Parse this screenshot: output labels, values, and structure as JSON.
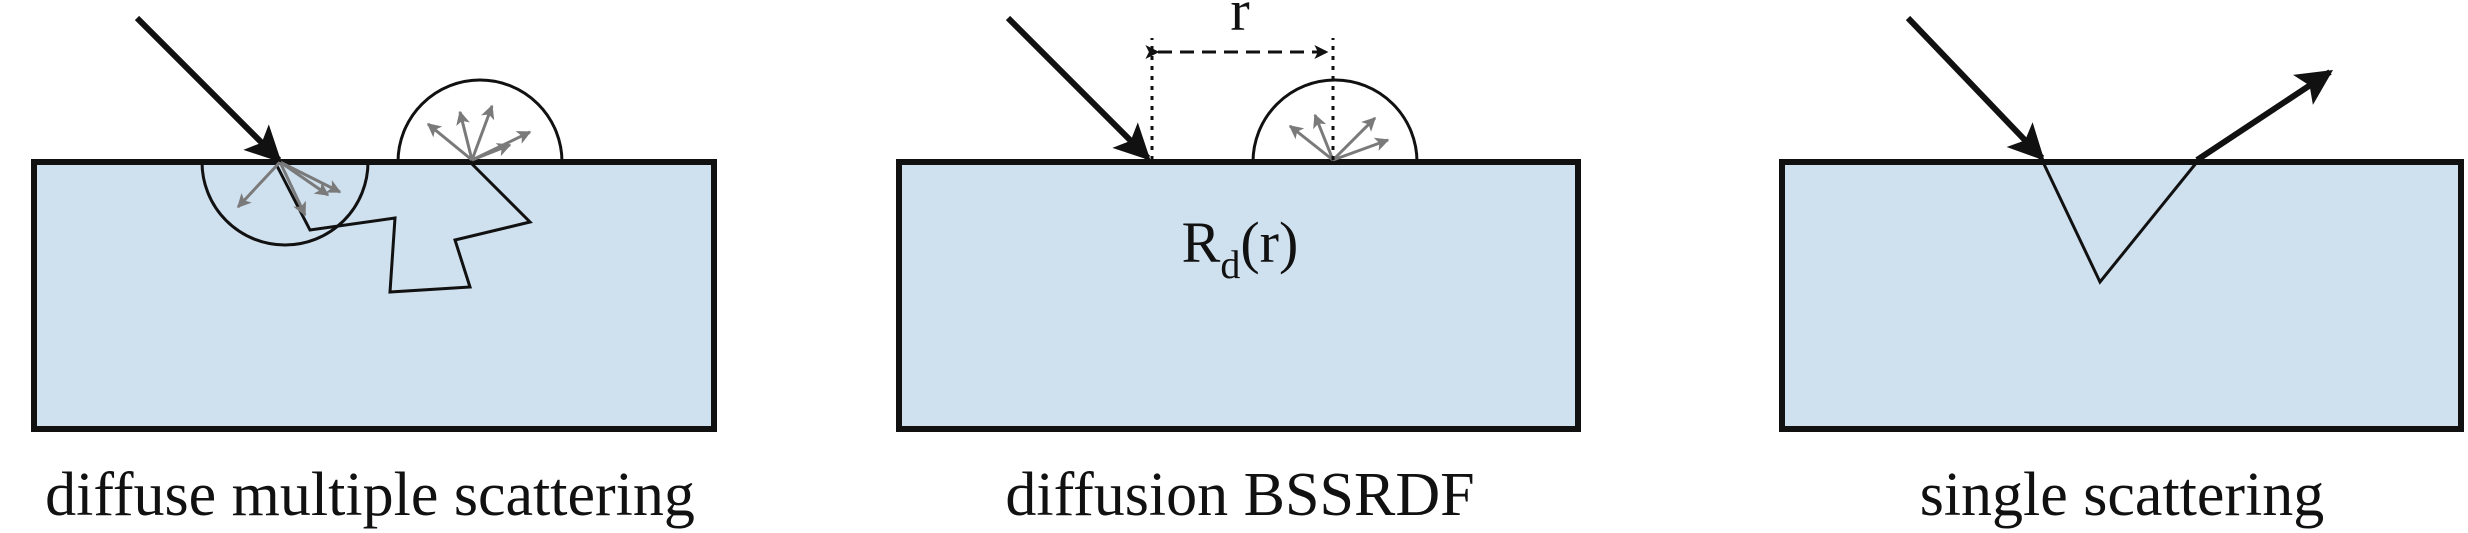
{
  "colors": {
    "medium_fill": "#cfe0ef",
    "outline": "#111111",
    "scatter_arrow": "#7a7a7a",
    "background": "#ffffff"
  },
  "panels": [
    {
      "id": "diffuse-multiple",
      "caption": "diffuse multiple scattering"
    },
    {
      "id": "diffusion-bssrdf",
      "caption": "diffusion BSSRDF",
      "distance_label": "r",
      "profile_label": {
        "base": "R",
        "subscript": "d",
        "suffix": "(r)"
      }
    },
    {
      "id": "single",
      "caption": "single scattering"
    }
  ]
}
